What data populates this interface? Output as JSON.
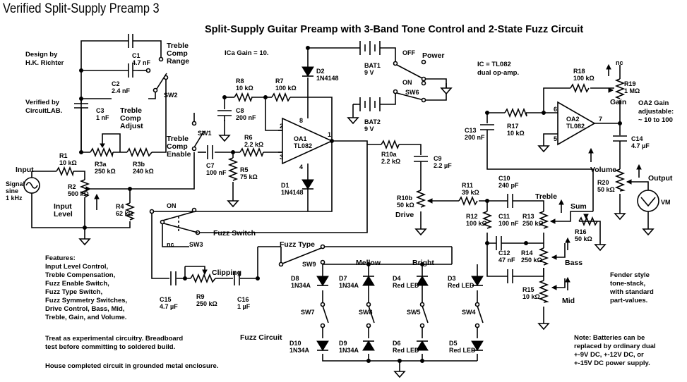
{
  "page_header": "Verified Split-Supply Preamp 3",
  "title": "Split-Supply Guitar Preamp with 3-Band Tone Control and 2-State Fuzz Circuit",
  "credits": {
    "design": "Design by\nH.K. Richter",
    "verified": "Verified by\nCircuitLAB."
  },
  "notes": {
    "ica_gain": "ICa Gain = 10.",
    "ic_type": "IC = TL082\ndual op-amp.",
    "oa2_gain": "OA2 Gain\nadjustable:\n~ 10 to 100",
    "features": "Features:\nInput Level Control,\nTreble Compensation,\nFuzz Enable Switch,\nFuzz Type Switch,\nFuzz Symmetry Switches,\nDrive Control, Bass, Mid,\nTreble, Gain, and Volume.",
    "experimental": "Treat as experimental circuitry. Breadboard\ntest before committing to soldered build.",
    "enclosure": "House completed circuit in grounded metal enclosure.",
    "fender": "Fender style\ntone-stack,\nwith standard\npart-values.",
    "battery": "Note: Batteries can be\nreplaced by ordinary dual\n+-9V DC, +-12V DC, or\n+-15V DC power supply."
  },
  "labels": {
    "input": "Input",
    "signal_src": "Signal\nsine\n1 kHz",
    "input_level": "Input\nLevel",
    "treble_comp_range": "Treble\nComp\nRange",
    "treble_comp_adjust": "Treble\nComp\nAdjust",
    "treble_comp_enable": "Treble\nComp\nEnable",
    "power": "Power",
    "off": "OFF",
    "on": "ON",
    "on2": "ON",
    "nc": "nc",
    "nc2": "nc",
    "fuzz_switch": "Fuzz Switch",
    "fuzz_type": "Fuzz Type",
    "mellow": "Mellow",
    "bright": "Bright",
    "clipping": "Clipping",
    "fuzz_circuit": "Fuzz Circuit",
    "drive": "Drive",
    "treble": "Treble",
    "sum": "Sum",
    "bass": "Bass",
    "mid": "Mid",
    "gain": "Gain",
    "volume": "Volume",
    "output": "Output",
    "vm": "VM",
    "oa1": "OA1\nTL082",
    "oa2": "OA2\nTL082",
    "pin8": "8",
    "pin4": "4",
    "pin2": "2",
    "pin3": "3",
    "pin1": "1",
    "pin6": "6",
    "pin5": "5",
    "pin7": "7"
  },
  "components": {
    "R1": "R1\n10 kΩ",
    "R2": "R2\n500 kΩ",
    "R3a": "R3a\n250 kΩ",
    "R3b": "R3b\n240 kΩ",
    "R4": "R4\n62 kΩ",
    "R5": "R5\n75 kΩ",
    "R6": "R6\n2.2 kΩ",
    "R7": "R7\n100 kΩ",
    "R8": "R8\n10 kΩ",
    "R9": "R9\n250 kΩ",
    "R10a": "R10a\n2.2 kΩ",
    "R10b": "R10b\n50 kΩ",
    "R11": "R11\n39 kΩ",
    "R12": "R12\n100 kΩ",
    "R13": "R13\n250 kΩ",
    "R14": "R14\n250 kΩ",
    "R15": "R15\n10 kΩ",
    "R16": "R16\n50 kΩ",
    "R17": "R17\n10 kΩ",
    "R18": "R18\n100 kΩ",
    "R19": "R19\n1 MΩ",
    "R20": "R20\n50 kΩ",
    "C1": "C1\n4.7 nF",
    "C2": "C2\n2.4 nF",
    "C3": "C3\n1 nF",
    "C7": "C7\n100 nF",
    "C8": "C8\n200 nF",
    "C9": "C9\n2.2 µF",
    "C10": "C10\n240 pF",
    "C11": "C11\n100 nF",
    "C12": "C12\n47 nF",
    "C13": "C13\n200 nF",
    "C14": "C14\n4.7 µF",
    "C15": "C15\n4.7 µF",
    "C16": "C16\n1 µF",
    "D1": "D1\n1N4148",
    "D2": "D2\n1N4148",
    "D3": "D3\nRed LED",
    "D4": "D4\nRed LED",
    "D5": "D5\nRed LED",
    "D6": "D6\nRed LED",
    "D7": "D7\n1N34A",
    "D8": "D8\n1N34A",
    "D9": "D9\n1N34A",
    "D10": "D10\n1N34A",
    "BAT1": "BAT1\n9 V",
    "BAT2": "BAT2\n9 V",
    "SW1": "SW1",
    "SW2": "SW2",
    "SW3": "SW3",
    "SW4": "SW4",
    "SW5": "SW5",
    "SW6": "SW6",
    "SW7": "SW7",
    "SW8": "SW8",
    "SW9": "SW9"
  }
}
